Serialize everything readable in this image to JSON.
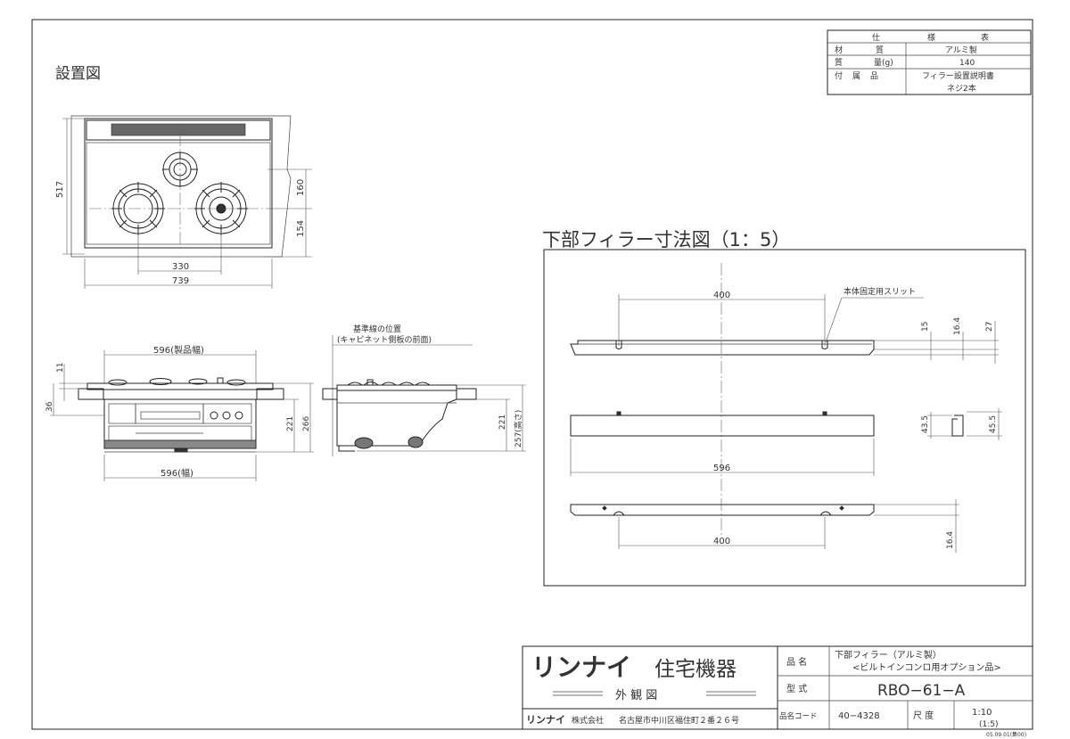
{
  "spec_table": {
    "title": [
      "仕",
      "様",
      "表"
    ],
    "rows": [
      {
        "label": [
          "材",
          "質"
        ],
        "value": "アルミ製"
      },
      {
        "label": [
          "質",
          "量(g)"
        ],
        "value": "140"
      },
      {
        "label": [
          "付",
          "属",
          "品"
        ],
        "value": "フィラー設置説明書"
      },
      {
        "label": [],
        "value": "ネジ2本"
      }
    ]
  },
  "installation": {
    "title": "設置図",
    "dims": {
      "d517": "517",
      "d160": "160",
      "d154": "154",
      "d330": "330",
      "d739": "739"
    }
  },
  "front_view": {
    "dims": {
      "product_width": "596(製品幅)",
      "width": "596(幅)",
      "d11": "11",
      "d36": "36",
      "d221": "221",
      "d266": "266"
    }
  },
  "side_view": {
    "reference_label_1": "基準線の位置",
    "reference_label_2": "(キャビネット側板の前面)",
    "dims": {
      "d221": "221",
      "d257": "257(高さ)"
    }
  },
  "filler_drawing": {
    "title": "下部フィラー寸法図（1：5）",
    "slit_label": "本体固定用スリット",
    "dims": {
      "top_400": "400",
      "d15": "15",
      "d16_4_top": "16.4",
      "d27": "27",
      "d43_5": "43.5",
      "d45_5": "45.5",
      "d596": "596",
      "bottom_400": "400",
      "d16_4_bottom": "16.4"
    }
  },
  "title_block": {
    "brand": "リンナイ",
    "brand_sub": "住宅機器",
    "drawing_type": "外 観 図",
    "company_brand": "リンナイ",
    "company": "株式会社",
    "address": "名古屋市中川区福住町２番２６号",
    "product_name_label": "品 名",
    "product_name_1": "下部フィラー（アルミ製）",
    "product_name_2": "<ビルトインコンロ用オプション品>",
    "model_label": "型 式",
    "model": "RBO−61−A",
    "code_label": "品名コード",
    "code": "40−4328",
    "scale_label": "尺 度",
    "scale_1": "1:10",
    "scale_2": "(1:5)",
    "date": "05.09.01(集00)"
  }
}
